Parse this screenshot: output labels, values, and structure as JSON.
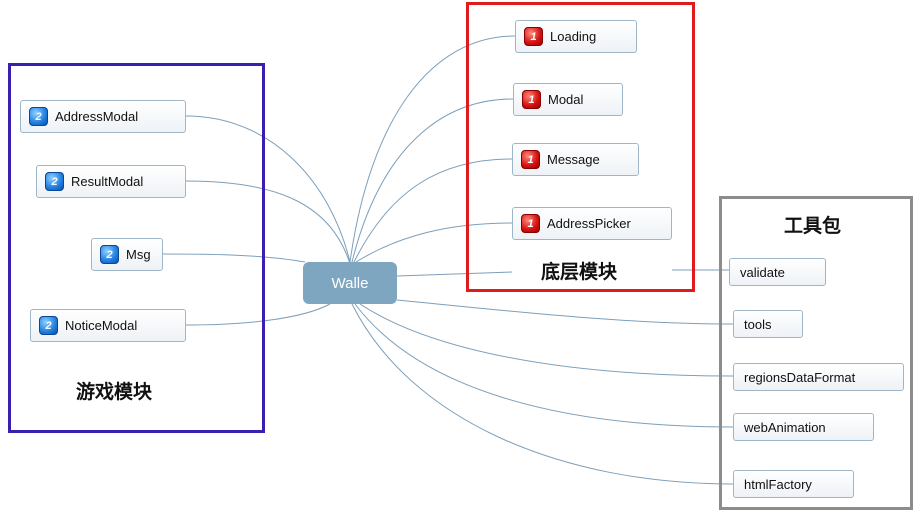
{
  "root": {
    "label": "Walle"
  },
  "groups": {
    "game": {
      "title": "游戏模块",
      "border_color": "#3a1fb0"
    },
    "base": {
      "title": "底层模块",
      "border_color": "#e01b1b"
    },
    "tools": {
      "title": "工具包",
      "border_color": "#8c8c8c"
    }
  },
  "game_nodes": [
    {
      "label": "AddressModal",
      "priority": "2"
    },
    {
      "label": "ResultModal",
      "priority": "2"
    },
    {
      "label": "Msg",
      "priority": "2"
    },
    {
      "label": "NoticeModal",
      "priority": "2"
    }
  ],
  "base_nodes": [
    {
      "label": "Loading",
      "priority": "1"
    },
    {
      "label": "Modal",
      "priority": "1"
    },
    {
      "label": "Message",
      "priority": "1"
    },
    {
      "label": "AddressPicker",
      "priority": "1"
    }
  ],
  "tool_nodes": [
    {
      "label": "validate"
    },
    {
      "label": "tools"
    },
    {
      "label": "regionsDataFormat"
    },
    {
      "label": "webAnimation"
    },
    {
      "label": "htmlFactory"
    }
  ],
  "colors": {
    "root_fill": "#7ea6c1",
    "connector": "#7d9fba"
  }
}
